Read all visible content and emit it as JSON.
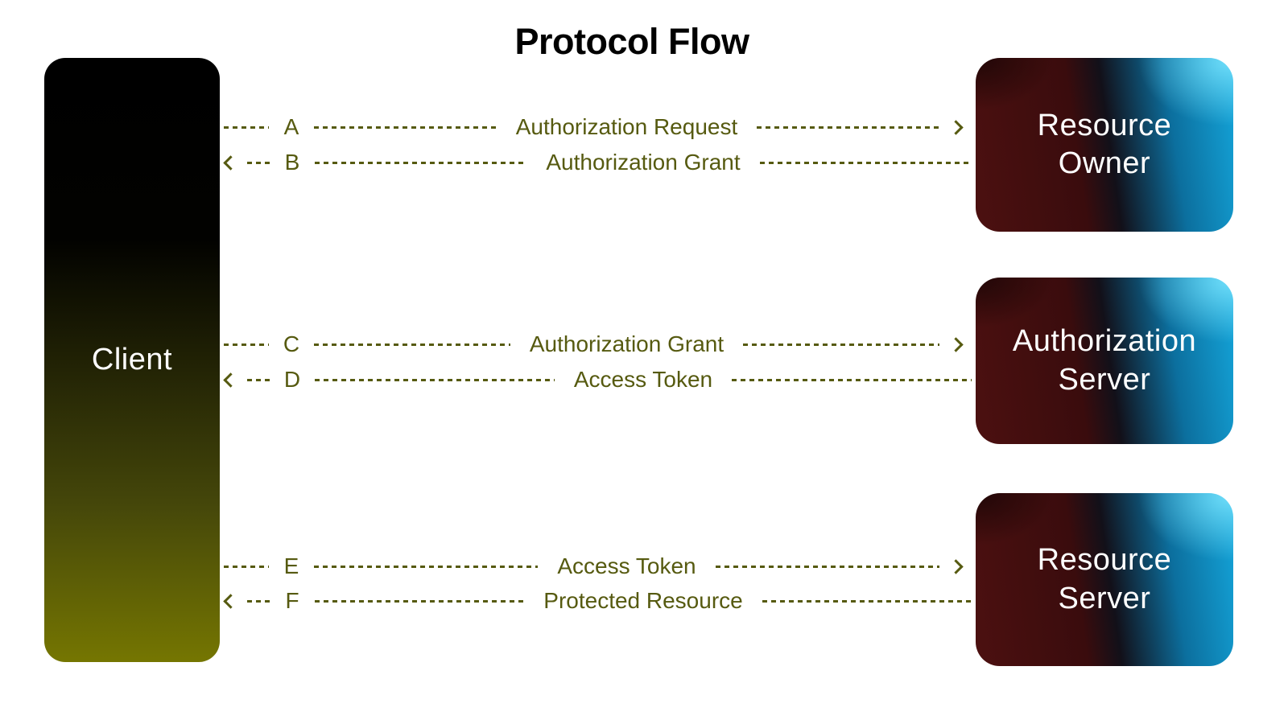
{
  "title": "Protocol Flow",
  "client": {
    "label": "Client"
  },
  "entities": [
    {
      "line1": "Resource",
      "line2": "Owner"
    },
    {
      "line1": "Authorization",
      "line2": "Server"
    },
    {
      "line1": "Resource",
      "line2": "Server"
    }
  ],
  "flows": [
    {
      "letter": "A",
      "label": "Authorization Request",
      "direction": "right"
    },
    {
      "letter": "B",
      "label": "Authorization Grant",
      "direction": "left"
    },
    {
      "letter": "C",
      "label": "Authorization Grant",
      "direction": "right"
    },
    {
      "letter": "D",
      "label": "Access Token",
      "direction": "left"
    },
    {
      "letter": "E",
      "label": "Access Token",
      "direction": "right"
    },
    {
      "letter": "F",
      "label": "Protected Resource",
      "direction": "left"
    }
  ],
  "colors": {
    "accent": "#565a10",
    "client_top": "#000000",
    "client_bottom": "#757601",
    "entity_maroon": "#4c1010",
    "entity_blue": "#14a5da",
    "entity_cyan_highlight": "#7ce6ff",
    "title_color": "#000000",
    "box_text": "#ffffff",
    "background": "#ffffff"
  }
}
